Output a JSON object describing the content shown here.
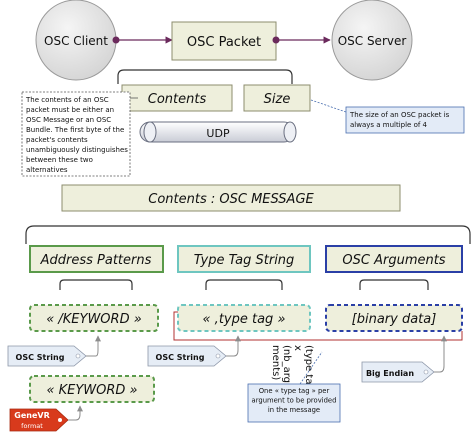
{
  "top": {
    "client_label": "OSC Client",
    "packet_label": "OSC Packet",
    "server_label": "OSC Server",
    "contents_label": "Contents",
    "size_label": "Size",
    "udp_label": "UDP"
  },
  "notes": {
    "contents_note": [
      "The contents of an OSC",
      "packet must be either an",
      "OSC Message or an OSC",
      "Bundle. The first byte of the",
      "packet's contents",
      "unambiguously distinguishes",
      "between these two",
      "alternatives"
    ],
    "size_note": [
      "The size of an OSC packet is",
      "always a multiple of 4"
    ],
    "type_tag_note": [
      "One « type tag » per",
      "argument to be provided",
      "in the message"
    ]
  },
  "message": {
    "header_label": "Contents : OSC MESSAGE",
    "address_label": "Address Patterns",
    "typetag_label": "Type Tag String",
    "arguments_label": "OSC Arguments",
    "keyword_label": "« /KEYWORD »",
    "typetag_value": "« ,type tag »",
    "binary_label": "[binary data]",
    "keyword2_label": "« KEYWORD »"
  },
  "tags": {
    "osc_string_left": "OSC String",
    "osc_string_mid": "OSC String",
    "big_endian": "Big Endian",
    "genevr_line1": "GeneVR",
    "genevr_line2": "format"
  },
  "rotated": {
    "lines": [
      "(type tag)",
      "x",
      "(nb_argu",
      "ments)"
    ]
  },
  "colors": {
    "box_fill": "#eeefdc",
    "box_border": "#8c8c6e",
    "green": "#5a9a4a",
    "teal": "#6ec6c0",
    "blue": "#2a3fa6",
    "circle_fill": "#e6e6e6",
    "connector": "#6b2a5c",
    "note_border": "#4a6fb0",
    "note_fill": "#e3ebf7",
    "tag_fill": "#e6edf6",
    "red_tag": "#d83a1c"
  }
}
